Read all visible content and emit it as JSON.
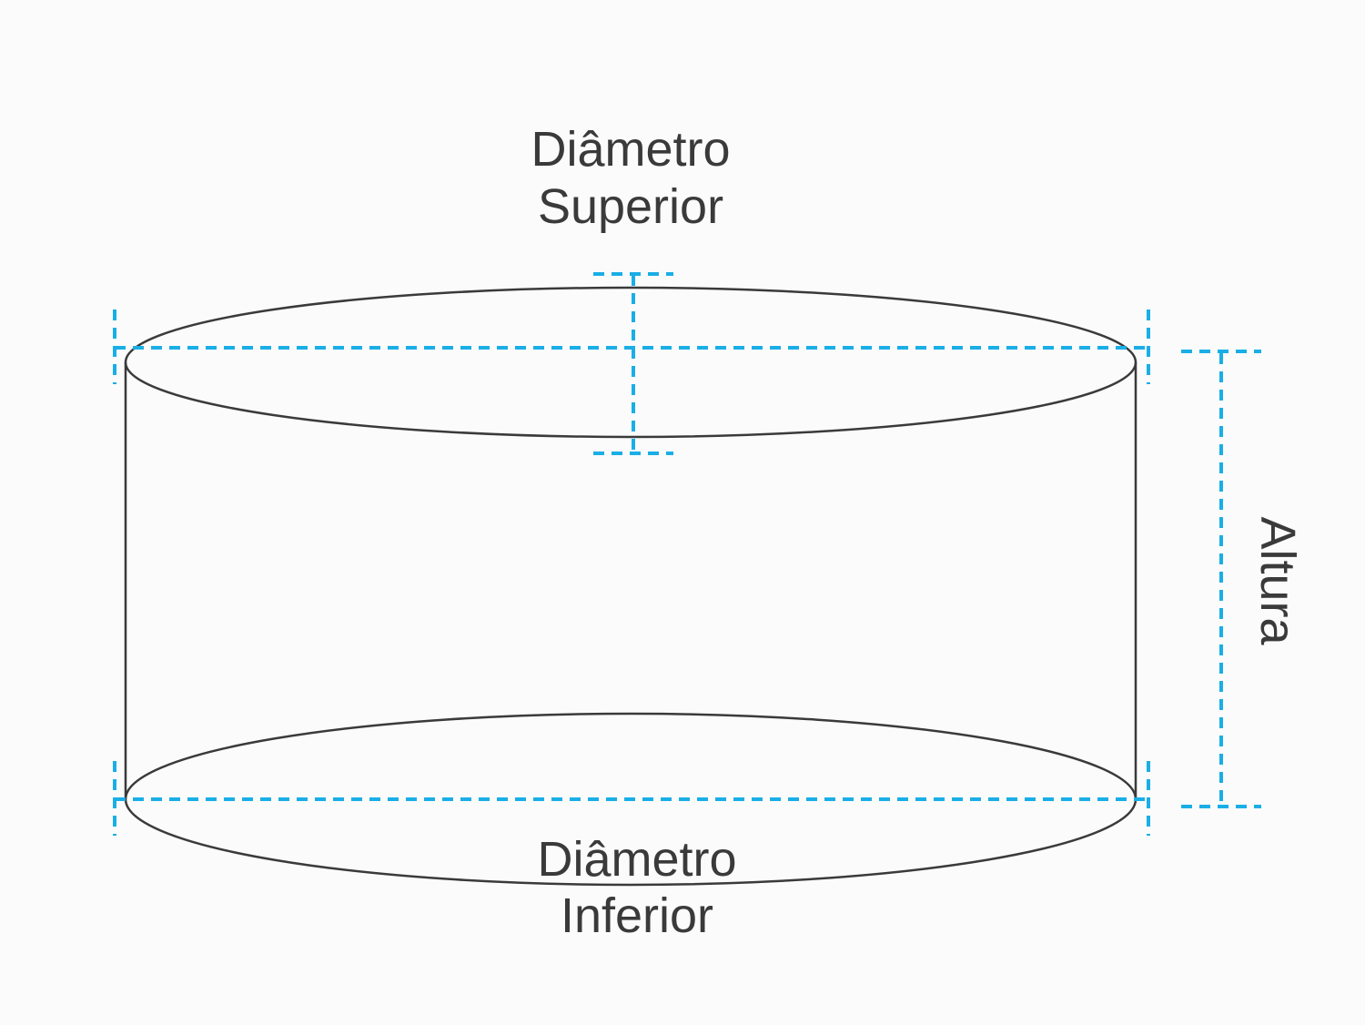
{
  "labels": {
    "top_diameter_line1": "Diâmetro",
    "top_diameter_line2": "Superior",
    "bottom_diameter_line1": "Diâmetro",
    "bottom_diameter_line2": "Inferior",
    "height": "Altura"
  },
  "colors": {
    "background": "#fbfbfb",
    "outline": "#3a3a3a",
    "dimension_lines": "#1aaee6",
    "text": "#3a3a3a"
  }
}
